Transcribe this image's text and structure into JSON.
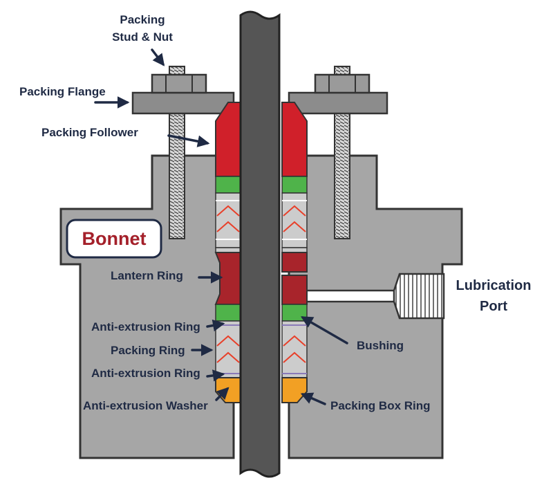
{
  "labels": {
    "stud_nut_line1": "Packing",
    "stud_nut_line2": "Stud & Nut",
    "flange": "Packing Flange",
    "follower": "Packing Follower",
    "bonnet": "Bonnet",
    "lantern_ring": "Lantern Ring",
    "lubrication_line1": "Lubrication",
    "lubrication_line2": "Port",
    "anti_extrusion_ring_upper": "Anti-extrusion Ring",
    "packing_ring": "Packing Ring",
    "anti_extrusion_ring_lower": "Anti-extrusion Ring",
    "anti_extrusion_washer": "Anti-extrusion Washer",
    "bushing": "Bushing",
    "packing_box_ring": "Packing Box Ring"
  },
  "colors": {
    "body_gray": "#a6a6a6",
    "outline": "#333333",
    "stem": "#555555",
    "follower_red": "#d0202a",
    "lantern_red": "#a8242b",
    "green": "#4fb34a",
    "orange": "#f2a024",
    "packing_gray": "#cccccc",
    "chevron": "#e8402a",
    "label_navy": "#1f2a44",
    "bonnet_red": "#a4202a"
  }
}
